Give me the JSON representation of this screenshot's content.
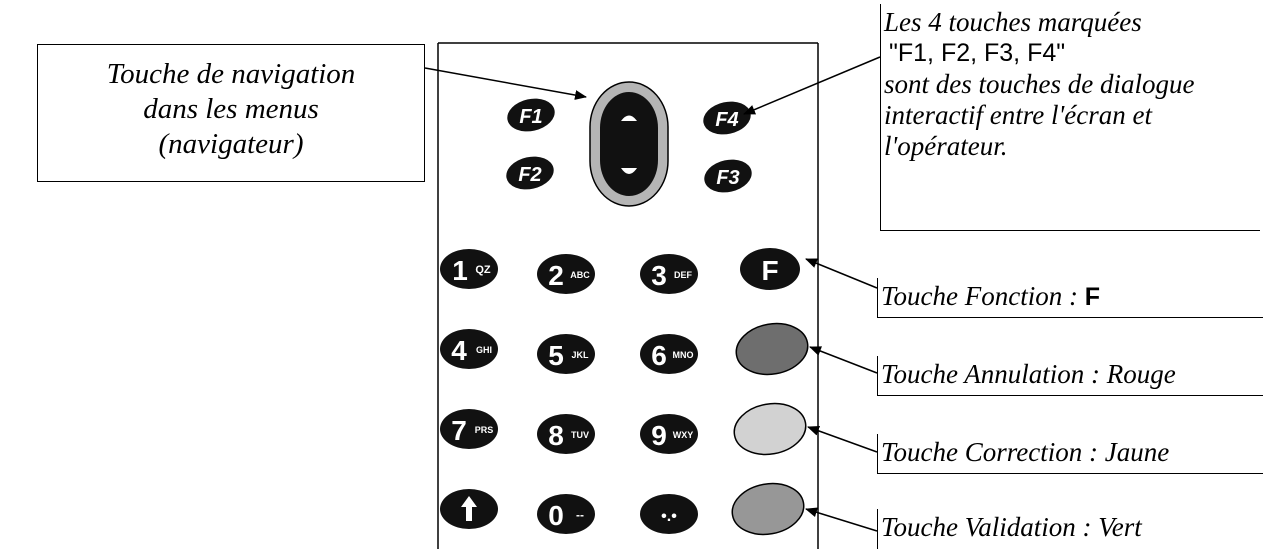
{
  "callouts": {
    "nav": {
      "line1": "Touche de navigation",
      "line2": "dans les menus",
      "line3": "(navigateur)"
    },
    "fkeys": {
      "line1": "Les 4 touches marquées",
      "line2": "\"F1, F2, F3, F4\"",
      "line3": "sont des touches de dialogue",
      "line4": "interactif entre l'écran et",
      "line5": "l'opérateur."
    },
    "function": {
      "text": "Touche Fonction : ",
      "key": "F"
    },
    "cancel": {
      "text": "Touche Annulation : Rouge"
    },
    "correction": {
      "text": "Touche Correction : Jaune"
    },
    "validation": {
      "text": "Touche Validation : Vert"
    }
  },
  "keys": {
    "f1": "F1",
    "f2": "F2",
    "f3": "F3",
    "f4": "F4",
    "k1": {
      "digit": "1",
      "letters": "QZ"
    },
    "k2": {
      "digit": "2",
      "letters": "ABC"
    },
    "k3": {
      "digit": "3",
      "letters": "DEF"
    },
    "kF": "F",
    "k4": {
      "digit": "4",
      "letters": "GHI"
    },
    "k5": {
      "digit": "5",
      "letters": "JKL"
    },
    "k6": {
      "digit": "6",
      "letters": "MNO"
    },
    "k7": {
      "digit": "7",
      "letters": "PRS"
    },
    "k8": {
      "digit": "8",
      "letters": "TUV"
    },
    "k9": {
      "digit": "9",
      "letters": "WXY"
    },
    "k0": {
      "digit": "0",
      "letters": "--"
    },
    "kdot": "•.•"
  },
  "colors": {
    "black_key": "#111111",
    "cancel_key": "#6e6e6e",
    "correction_key": "#d2d2d2",
    "validation_key": "#979797",
    "nav_ring": "#b5b5b5"
  }
}
